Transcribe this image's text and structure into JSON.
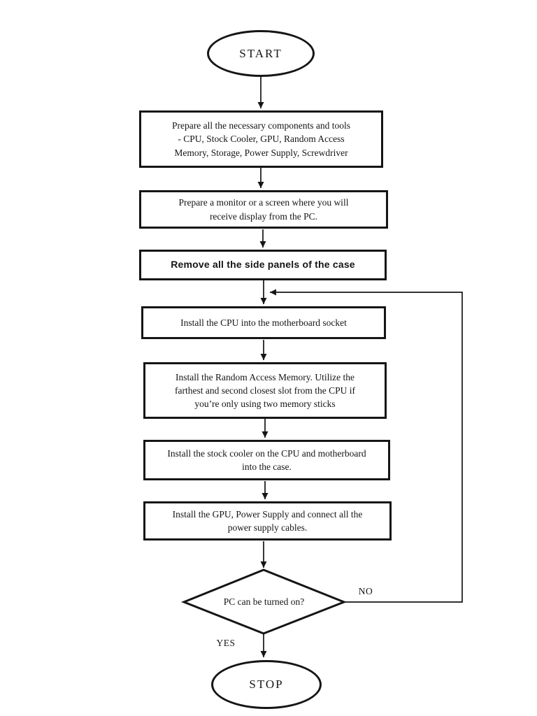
{
  "flowchart": {
    "start_label": "START",
    "stop_label": "STOP",
    "steps": [
      {
        "id": "prepare-components",
        "text": "Prepare all the necessary components and tools\n- CPU, Stock Cooler, GPU, Random Access\nMemory, Storage, Power Supply, Screwdriver"
      },
      {
        "id": "prepare-monitor",
        "text": "Prepare a monitor or a screen where you will\nreceive display from the PC."
      },
      {
        "id": "remove-side-panels",
        "text": "Remove all the side panels of the case"
      },
      {
        "id": "install-cpu",
        "text": "Install the CPU into the motherboard socket"
      },
      {
        "id": "install-ram",
        "text": "Install the Random Access Memory. Utilize the\nfarthest and second closest slot from the CPU if\nyou’re only using two memory sticks"
      },
      {
        "id": "install-cooler",
        "text": "Install the stock cooler on the CPU and motherboard\ninto the case."
      },
      {
        "id": "install-gpu-psu",
        "text": "Install the GPU, Power Supply and connect all the\npower supply cables."
      }
    ],
    "decision": {
      "text": "PC can be turned on?",
      "no_label": "NO",
      "yes_label": "YES"
    },
    "colors": {
      "ink": "#151515",
      "background": "#ffffff"
    }
  }
}
